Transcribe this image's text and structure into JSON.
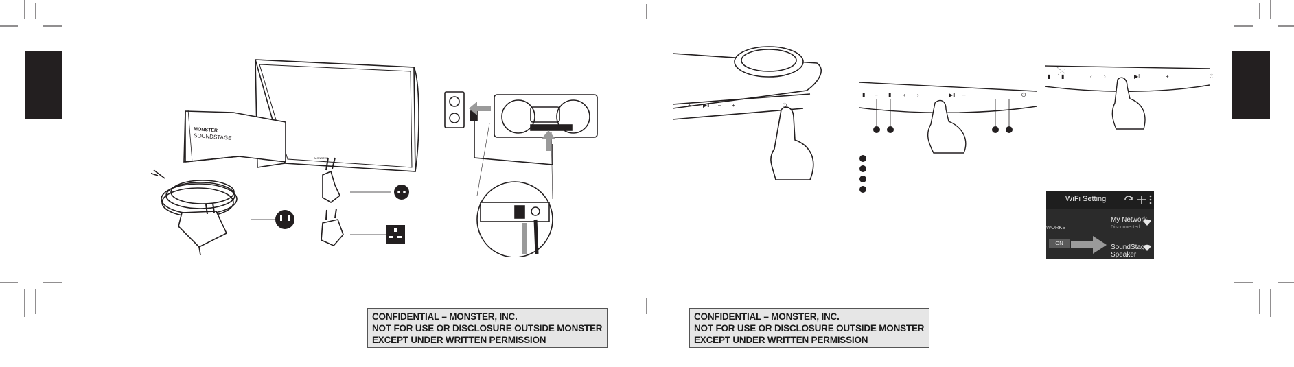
{
  "confidential_notice": {
    "line1": "CONFIDENTIAL – MONSTER, INC.",
    "line2": "NOT FOR USE OR DISCLOSURE OUTSIDE MONSTER",
    "line3": "EXCEPT UNDER WRITTEN PERMISSION"
  },
  "booklet": {
    "brand": "MONSTER",
    "product": "SOUNDSTAGE"
  },
  "speaker_brand": "MONSTER",
  "wifi_screen": {
    "title": "WiFi Setting",
    "networks_label": "WORKS",
    "toggle_label": "ON",
    "network1_name": "My Network",
    "network1_status": "Disconnected",
    "network2_name": "SoundStage Speaker"
  },
  "colors": {
    "ink": "#231f20",
    "notice_bg": "#e6e6e6",
    "screen_bg": "#2b2b2b",
    "arrow": "#9a9a9a"
  }
}
